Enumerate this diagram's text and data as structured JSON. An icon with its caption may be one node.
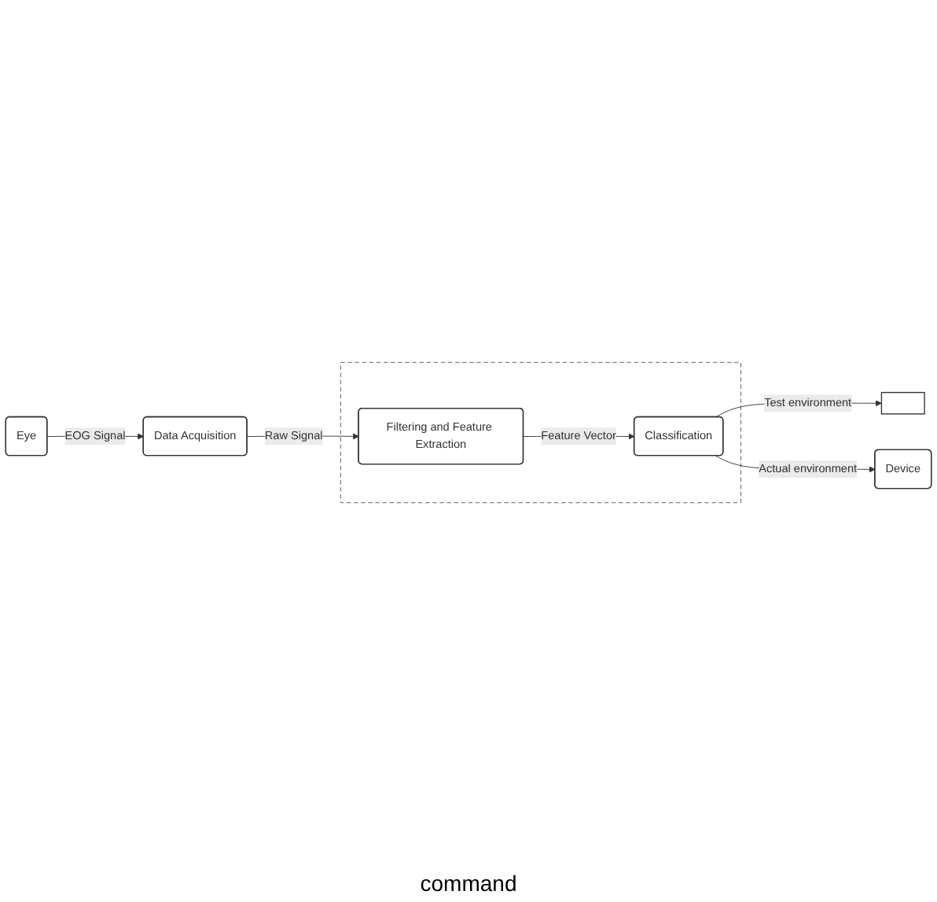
{
  "diagram": {
    "nodes": [
      {
        "text": [
          "Eye"
        ]
      },
      {
        "text": [
          "Data Acquisition"
        ]
      },
      {
        "text": [],
        "shape": "box"
      },
      {
        "text": [
          "Filtering and Feature Extraction"
        ],
        "in": 2
      },
      {
        "text": [
          "Classification"
        ],
        "in": 2
      },
      {
        "text": [],
        "shape": "box"
      },
      {
        "text": [
          "Device"
        ]
      }
    ],
    "edges": [
      {
        "from": 0,
        "to": 1,
        "arrow": "to",
        "label": "EOG Signal"
      },
      {
        "from": 1,
        "to": 3,
        "arrow": "to",
        "label": "Raw Signal"
      },
      {
        "from": 3,
        "to": 4,
        "arrow": "to",
        "label": "Feature Vector"
      },
      {
        "from": 4,
        "to": 5,
        "arrow": "to",
        "label": "Test environment"
      },
      {
        "from": 4,
        "to": 6,
        "arrow": "to",
        "label": "Actual environment"
      }
    ],
    "labels": [
      "command"
    ]
  }
}
